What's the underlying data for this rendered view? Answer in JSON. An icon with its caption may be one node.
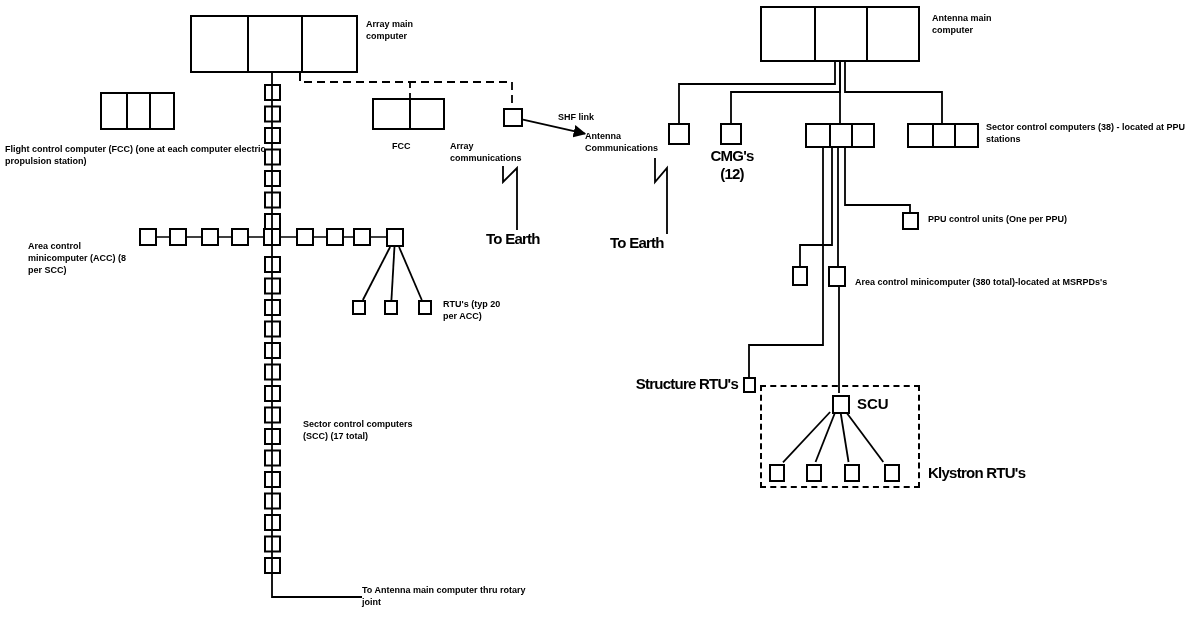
{
  "diagram": {
    "nodes": [
      {
        "text": [
          "Array main computer"
        ]
      },
      {
        "text": [
          "Flight control computer (FCC) (one at each computer electric propulsion station)"
        ]
      },
      {
        "text": [
          "FCC"
        ]
      },
      {
        "text": [],
        "shape": "box"
      },
      {
        "text": [
          "Array communications"
        ]
      },
      {
        "text": [
          "Antenna Communications"
        ]
      },
      {
        "text": [
          "To Earth"
        ]
      },
      {
        "text": [
          "To Earth"
        ]
      },
      {
        "text": [
          "Antenna main computer"
        ]
      },
      {
        "text": [],
        "shape": "box"
      },
      {
        "text": [
          "CMG's (12)"
        ]
      },
      {
        "text": [],
        "shape": "box"
      },
      {
        "text": [
          "Sector control computers (38) - located at PPU stations"
        ]
      },
      {
        "text": [
          "PPU control units (One per PPU)"
        ]
      },
      {
        "text": [],
        "shape": "box"
      },
      {
        "text": [
          "Area control minicomputer (380 total)-located at MSRPDs's"
        ]
      },
      {
        "text": [
          "Structure RTU's"
        ]
      },
      {
        "text": [
          "Klystron RTU's"
        ]
      },
      {
        "text": [
          "SCU"
        ],
        "in": 17
      },
      {
        "text": [],
        "shape": "box",
        "in": 17
      },
      {
        "text": [],
        "shape": "box",
        "in": 17
      },
      {
        "text": [],
        "shape": "box",
        "in": 17
      },
      {
        "text": [],
        "shape": "box",
        "in": 17
      },
      {
        "text": [],
        "shape": "box"
      },
      {
        "text": [],
        "shape": "box"
      },
      {
        "text": [],
        "shape": "box"
      },
      {
        "text": [],
        "shape": "box"
      },
      {
        "text": [
          "To Antenna main computer thru rotary joint"
        ]
      }
    ],
    "edges": [
      {
        "from": 0,
        "to": 2,
        "arrow": "none",
        "style": "dashed"
      },
      {
        "from": 0,
        "to": 3,
        "arrow": "none",
        "style": "dashed"
      },
      {
        "from": 3,
        "to": 5,
        "arrow": "to",
        "label": "SHF link"
      },
      {
        "from": 4,
        "to": 6,
        "arrow": "none"
      },
      {
        "from": 5,
        "to": 7,
        "arrow": "none"
      },
      {
        "from": 8,
        "to": 9,
        "arrow": "none"
      },
      {
        "from": 8,
        "to": 10,
        "arrow": "none"
      },
      {
        "from": 8,
        "to": 11,
        "arrow": "none"
      },
      {
        "from": 8,
        "to": 12,
        "arrow": "none"
      },
      {
        "from": 11,
        "to": 13,
        "arrow": "none"
      },
      {
        "from": 11,
        "to": 14,
        "arrow": "none"
      },
      {
        "from": 11,
        "to": 15,
        "arrow": "none"
      },
      {
        "from": 11,
        "to": 16,
        "arrow": "none"
      },
      {
        "from": 15,
        "to": 18,
        "arrow": "none"
      },
      {
        "from": 18,
        "to": 19,
        "arrow": "none"
      },
      {
        "from": 18,
        "to": 20,
        "arrow": "none"
      },
      {
        "from": 18,
        "to": 21,
        "arrow": "none"
      },
      {
        "from": 18,
        "to": 22,
        "arrow": "none"
      },
      {
        "from": 23,
        "to": 24,
        "arrow": "none"
      },
      {
        "from": 23,
        "to": 25,
        "arrow": "none"
      },
      {
        "from": 23,
        "to": 26,
        "arrow": "none"
      },
      {
        "from": 0,
        "to": 27,
        "arrow": "none"
      }
    ],
    "labels": [
      "Area control minicomputer (ACC) (8 per SCC)",
      "RTU's (typ 20 per ACC)",
      "Sector control computers (SCC) (17 total)"
    ]
  }
}
